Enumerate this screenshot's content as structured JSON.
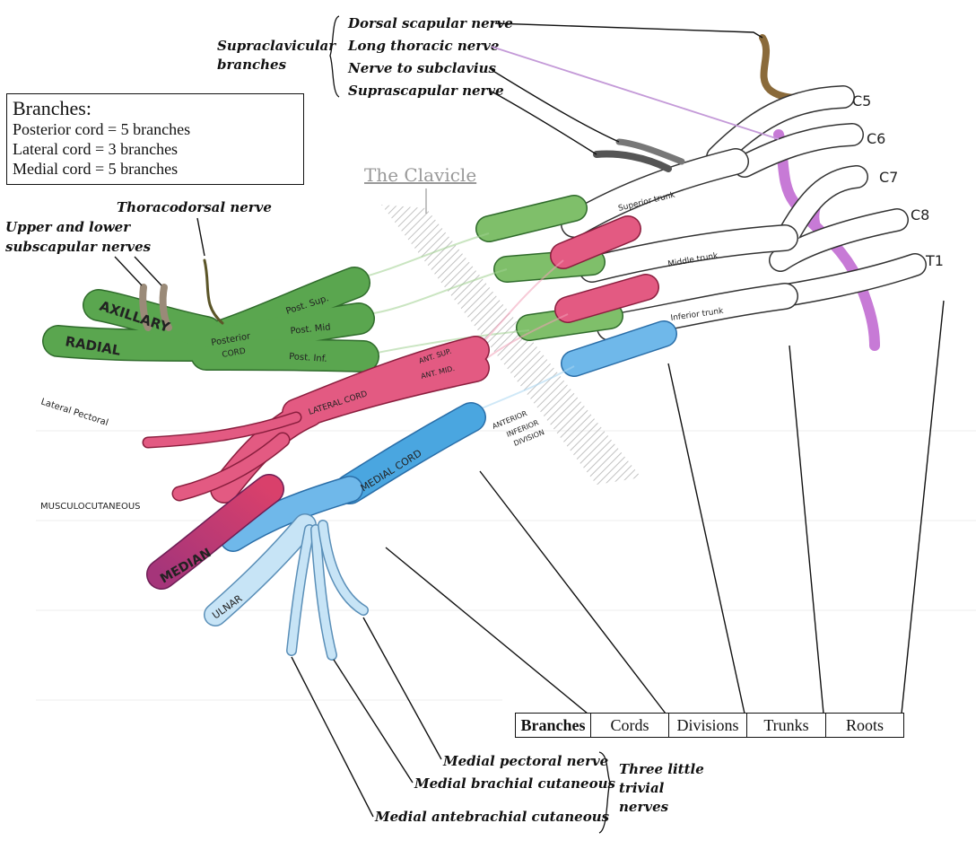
{
  "legend": {
    "title": "Branches:",
    "rows": [
      "Posterior cord = 5 branches",
      "Lateral cord = 3 branches",
      "Medial cord = 5 branches"
    ]
  },
  "clavicle_label": "The Clavicle",
  "supraclavicular": {
    "group_label_line1": "Supraclavicular",
    "group_label_line2": "branches",
    "items": [
      "Dorsal scapular nerve",
      "Long thoracic nerve",
      "Nerve to subclavius",
      "Suprascapular nerve"
    ]
  },
  "roots": [
    "C5",
    "C6",
    "C7",
    "C8",
    "T1"
  ],
  "trunks": [
    "Superior trunk",
    "Middle trunk",
    "Inferior trunk"
  ],
  "posterior_divisions": [
    "Post. Sup.",
    "Post. Mid",
    "Post. Inf."
  ],
  "anterior_divisions": [
    "ANT. SUP.",
    "ANT. MID."
  ],
  "anterior_inferior_division": [
    "ANTERIOR",
    "INFERIOR",
    "DIVISION"
  ],
  "cords": {
    "posterior_line1": "Posterior",
    "posterior_line2": "CORD",
    "lateral": "LATERAL CORD",
    "medial": "MEDIAL CORD"
  },
  "terminal_branches": {
    "axillary": "AXILLARY",
    "radial": "RADIAL",
    "median": "MEDIAN",
    "ulnar": "ULNAR",
    "lateral_pectoral": "Lateral Pectoral",
    "musculocutaneous": "MUSCULOCUTANEOUS"
  },
  "posterior_labels": {
    "thoracodorsal": "Thoracodorsal nerve",
    "subscapular_line1": "Upper and lower",
    "subscapular_line2": "subscapular nerves"
  },
  "medial_small": {
    "items": [
      "Medial pectoral nerve",
      "Medial brachial cutaneous",
      "Medial antebrachial cutaneous"
    ],
    "group_line1": "Three little",
    "group_line2": "trivial",
    "group_line3": "nerves"
  },
  "table": [
    "Branches",
    "Cords",
    "Divisions",
    "Trunks",
    "Roots"
  ],
  "colors": {
    "posterior": "#5aa64f",
    "lateral": "#d9406b",
    "medial": "#4aa6e0",
    "median": "#a5357a",
    "long_thoracic": "#c77ad6",
    "root": "#ffffff",
    "dorsal_scapular": "#8a6a3a"
  }
}
